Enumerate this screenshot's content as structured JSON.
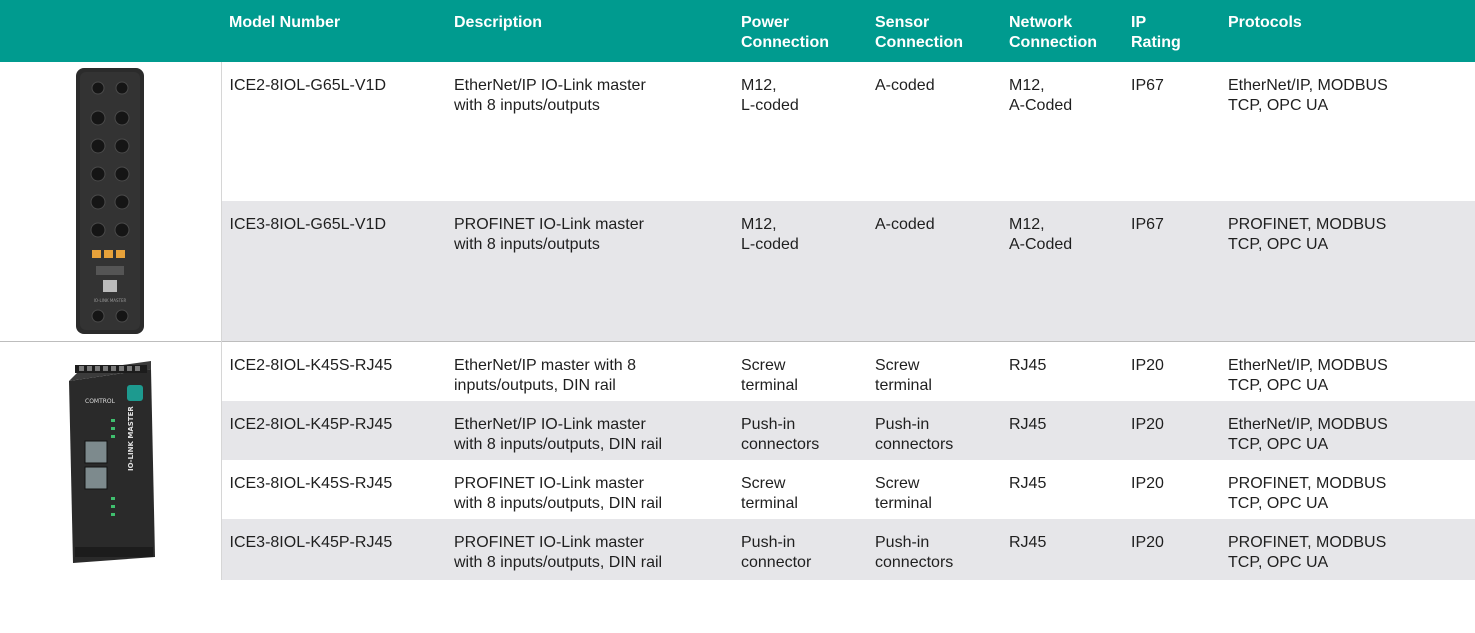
{
  "table": {
    "headers": [
      "",
      "Model Number",
      "Description",
      "Power\nConnection",
      "Sensor\nConnection",
      "Network\nConnection",
      "IP\nRating",
      "Protocols"
    ],
    "rows": [
      {
        "model": "ICE2-8IOL-G65L-V1D",
        "description": "EtherNet/IP IO-Link master\nwith 8 inputs/outputs",
        "power": "M12,\nL-coded",
        "sensor": "A-coded",
        "network": "M12,\nA-Coded",
        "ip": "IP67",
        "protocols": "EtherNet/IP, MODBUS\nTCP, OPC UA"
      },
      {
        "model": "ICE3-8IOL-G65L-V1D",
        "description": "PROFINET IO-Link master\nwith 8 inputs/outputs",
        "power": "M12,\nL-coded",
        "sensor": "A-coded",
        "network": "M12,\nA-Coded",
        "ip": "IP67",
        "protocols": "PROFINET, MODBUS\nTCP, OPC UA"
      },
      {
        "model": "ICE2-8IOL-K45S-RJ45",
        "description": "EtherNet/IP master with 8\ninputs/outputs, DIN rail",
        "power": "Screw\nterminal",
        "sensor": "Screw\nterminal",
        "network": "RJ45",
        "ip": "IP20",
        "protocols": "EtherNet/IP, MODBUS\nTCP, OPC UA"
      },
      {
        "model": "ICE2-8IOL-K45P-RJ45",
        "description": "EtherNet/IP IO-Link master\nwith 8 inputs/outputs, DIN rail",
        "power": "Push-in\nconnectors",
        "sensor": "Push-in\nconnectors",
        "network": "RJ45",
        "ip": "IP20",
        "protocols": "EtherNet/IP, MODBUS\nTCP, OPC UA"
      },
      {
        "model": "ICE3-8IOL-K45S-RJ45",
        "description": "PROFINET IO-Link master\nwith 8 inputs/outputs, DIN rail",
        "power": "Screw\nterminal",
        "sensor": "Screw\nterminal",
        "network": "RJ45",
        "ip": "IP20",
        "protocols": "PROFINET, MODBUS\nTCP, OPC UA"
      },
      {
        "model": "ICE3-8IOL-K45P-RJ45",
        "description": "PROFINET IO-Link master\nwith 8 inputs/outputs, DIN rail",
        "power": "Push-in\nconnector",
        "sensor": "Push-in\nconnectors",
        "network": "RJ45",
        "ip": "IP20",
        "protocols": "PROFINET, MODBUS\nTCP, OPC UA"
      }
    ],
    "images": {
      "g65l": {
        "name": "ip67-io-link-master-product-image",
        "logo_text": "IO-LINK MASTER"
      },
      "k45": {
        "name": "din-rail-io-link-master-product-image",
        "brand_text": "COMTROL",
        "logo_text": "IO-LINK MASTER"
      }
    }
  },
  "colors": {
    "header_bg": "#009b8f",
    "header_text": "#ffffff",
    "row_alt_bg": "#e6e6e9",
    "device_body": "#2b2b2b"
  }
}
